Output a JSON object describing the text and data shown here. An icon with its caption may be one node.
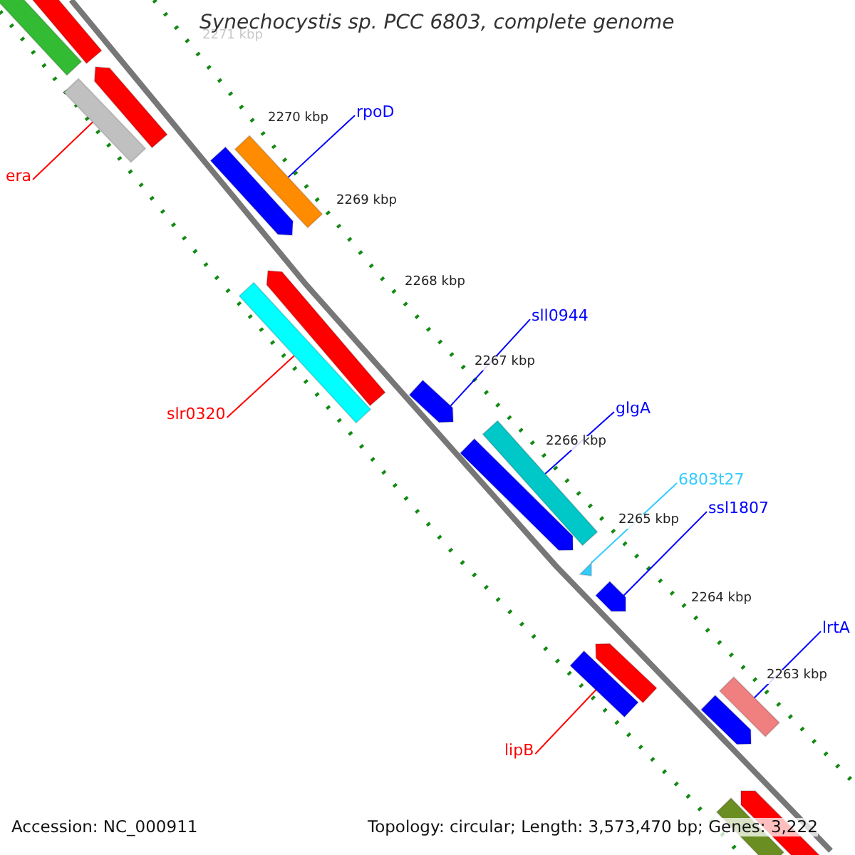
{
  "diagram": {
    "title": "Synechocystis sp. PCC 6803, complete genome",
    "nodes": [
      {
        "text": [
          "rpoD"
        ]
      },
      {
        "text": [
          "era"
        ]
      },
      {
        "text": [
          "sll0944"
        ]
      },
      {
        "text": [
          "glgA"
        ]
      },
      {
        "text": [
          "slr0320"
        ]
      },
      {
        "text": [
          "6803t27"
        ]
      },
      {
        "text": [
          "ssl1807"
        ]
      },
      {
        "text": [
          "lrtA"
        ]
      },
      {
        "text": [
          "lipB"
        ]
      },
      {
        "text": [],
        "shape": "bar"
      },
      {
        "text": [],
        "shape": "bar"
      },
      {
        "text": [],
        "shape": "arrow"
      },
      {
        "text": [],
        "shape": "bar"
      },
      {
        "text": [],
        "shape": "bar"
      },
      {
        "text": [],
        "shape": "triangle"
      },
      {
        "text": [],
        "shape": "arrow"
      },
      {
        "text": [],
        "shape": "bar"
      },
      {
        "text": [],
        "shape": "bar"
      },
      {
        "text": [],
        "shape": "bar"
      },
      {
        "text": [],
        "shape": "bar"
      },
      {
        "text": [],
        "shape": "arrow"
      },
      {
        "text": [],
        "shape": "arrow"
      },
      {
        "text": [],
        "shape": "arrow"
      },
      {
        "text": [],
        "shape": "arrow"
      },
      {
        "text": [],
        "shape": "arrow"
      },
      {
        "text": [],
        "shape": "arrow"
      },
      {
        "text": [],
        "shape": "bar"
      },
      {
        "text": [],
        "shape": "arrow"
      }
    ],
    "edges": [
      {
        "from": 0,
        "to": 9,
        "arrow": "none"
      },
      {
        "from": 1,
        "to": 10,
        "arrow": "none",
        "color": "#ff0000"
      },
      {
        "from": 2,
        "to": 11,
        "arrow": "none"
      },
      {
        "from": 3,
        "to": 12,
        "arrow": "none"
      },
      {
        "from": 4,
        "to": 13,
        "arrow": "none",
        "color": "#ff0000"
      },
      {
        "from": 5,
        "to": 14,
        "arrow": "none",
        "color": "#33ccff"
      },
      {
        "from": 6,
        "to": 15,
        "arrow": "none"
      },
      {
        "from": 7,
        "to": 16,
        "arrow": "none"
      },
      {
        "from": 8,
        "to": 17,
        "arrow": "none",
        "color": "#ff0000"
      }
    ],
    "labels": [
      "2271 kbp",
      "2270 kbp",
      "2269 kbp",
      "2268 kbp",
      "2267 kbp",
      "2266 kbp",
      "2265 kbp",
      "2264 kbp",
      "2263 kbp",
      "Accession: NC_000911",
      "Topology: circular; Length: 3,573,470 bp; Genes: 3,222"
    ]
  }
}
